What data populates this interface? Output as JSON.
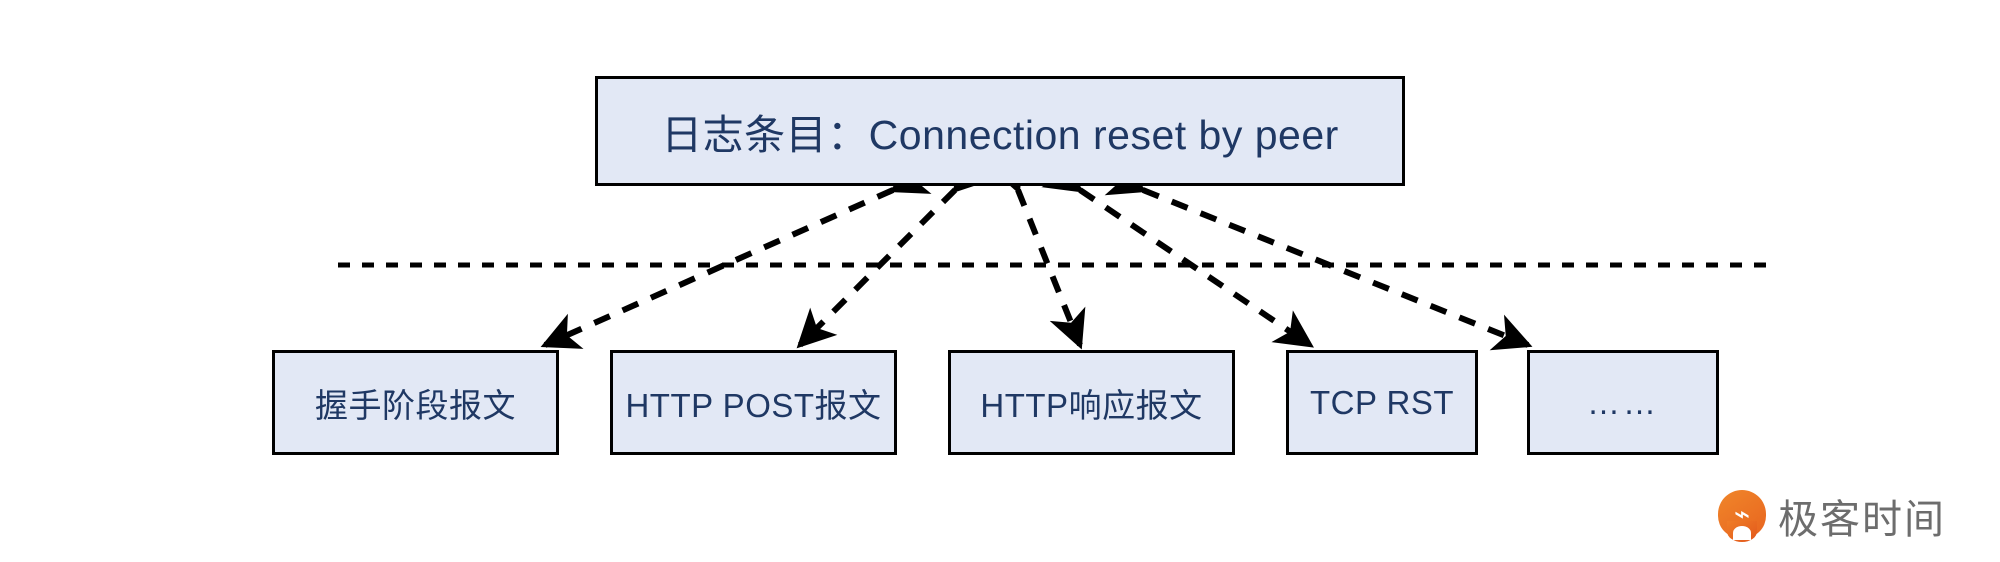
{
  "diagram": {
    "title_node": {
      "label": "日志条目：Connection reset by peer",
      "fill": "#e2e8f5",
      "stroke": "#000000",
      "text_color": "#1f3864"
    },
    "separator": {
      "style": "dotted",
      "color": "#000000"
    },
    "leaf_nodes": [
      {
        "label": "握手阶段报文"
      },
      {
        "label": "HTTP POST报文"
      },
      {
        "label": "HTTP响应报文"
      },
      {
        "label": "TCP RST"
      },
      {
        "label": "……"
      }
    ],
    "connectors": {
      "style": "dashed",
      "color": "#000000",
      "arrowheads": "both-ends",
      "count": 5
    }
  },
  "watermark": {
    "brand": "极客时间",
    "mark_glyph": "⌁",
    "mark_color": "#e8641f",
    "text_color": "#6d6d6d"
  }
}
